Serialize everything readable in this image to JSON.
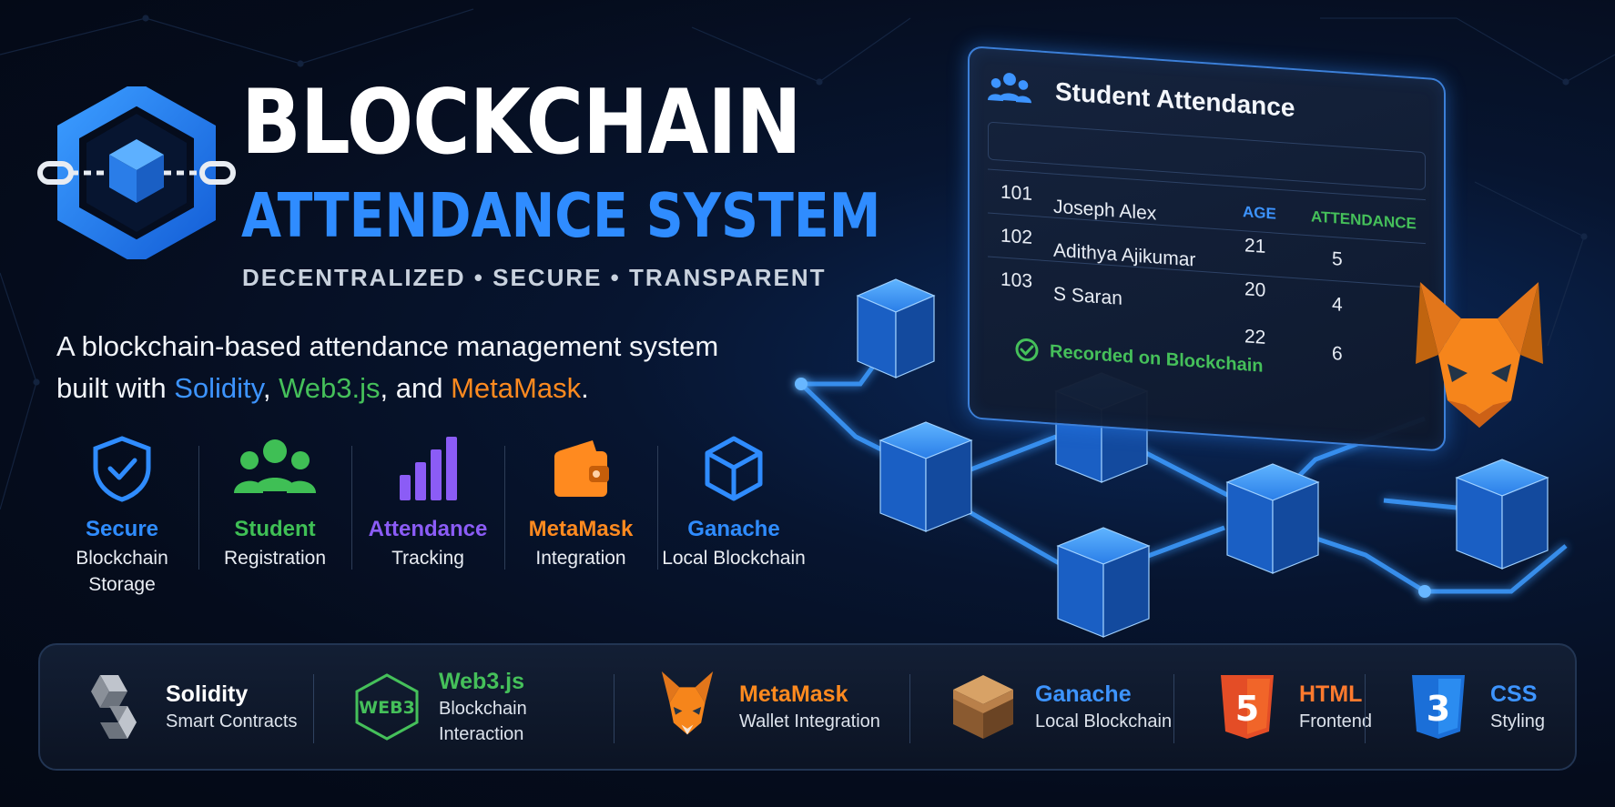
{
  "header": {
    "title_line1": "BLOCKCHAIN",
    "title_line2": "ATTENDANCE SYSTEM",
    "tagline": "DECENTRALIZED • SECURE • TRANSPARENT"
  },
  "description": {
    "line1": "A blockchain-based attendance management system",
    "line2_prefix": "built with ",
    "tech1": "Solidity",
    "sep1": ", ",
    "tech2": "Web3.js",
    "sep2": ", and ",
    "tech3": "MetaMask",
    "end": "."
  },
  "features": [
    {
      "title": "Secure",
      "sub1": "Blockchain",
      "sub2": "Storage",
      "color": "#2f8cff",
      "icon": "shield-check-icon"
    },
    {
      "title": "Student",
      "sub1": "Registration",
      "sub2": "",
      "color": "#3fbf55",
      "icon": "users-icon"
    },
    {
      "title": "Attendance",
      "sub1": "Tracking",
      "sub2": "",
      "color": "#8b5cf6",
      "icon": "bar-chart-icon"
    },
    {
      "title": "MetaMask",
      "sub1": "Integration",
      "sub2": "",
      "color": "#ff8a1f",
      "icon": "wallet-icon"
    },
    {
      "title": "Ganache",
      "sub1": "Local Blockchain",
      "sub2": "",
      "color": "#2f8cff",
      "icon": "cube-icon"
    }
  ],
  "panel": {
    "title": "Student Attendance",
    "col_age": "AGE",
    "col_attendance": "ATTENDANCE",
    "rows": [
      {
        "id": "101",
        "name": "Joseph Alex",
        "age": "21",
        "attendance": "5"
      },
      {
        "id": "102",
        "name": "Adithya Ajikumar",
        "age": "20",
        "attendance": "4"
      },
      {
        "id": "103",
        "name": "S Saran",
        "age": "22",
        "attendance": "6"
      }
    ],
    "recorded": "Recorded on Blockchain"
  },
  "stack": [
    {
      "name": "Solidity",
      "desc": "Smart Contracts",
      "color": "#ffffff",
      "icon": "solidity-icon"
    },
    {
      "name": "Web3.js",
      "desc": "Blockchain Interaction",
      "color": "#45c05a",
      "icon": "web3-icon",
      "badge": "WEB3"
    },
    {
      "name": "MetaMask",
      "desc": "Wallet Integration",
      "color": "#ff8a1f",
      "icon": "metamask-fox-icon"
    },
    {
      "name": "Ganache",
      "desc": "Local Blockchain",
      "color": "#3d94ff",
      "icon": "ganache-icon"
    },
    {
      "name": "HTML",
      "desc": "Frontend",
      "color": "#ff7a2e",
      "icon": "html5-icon",
      "badge": "5"
    },
    {
      "name": "CSS",
      "desc": "Styling",
      "color": "#3d94ff",
      "icon": "css3-icon",
      "badge": "3"
    }
  ],
  "colors": {
    "accent_blue": "#2f8cff",
    "green": "#45c05a",
    "orange": "#ff8a1f",
    "purple": "#8b5cf6"
  }
}
